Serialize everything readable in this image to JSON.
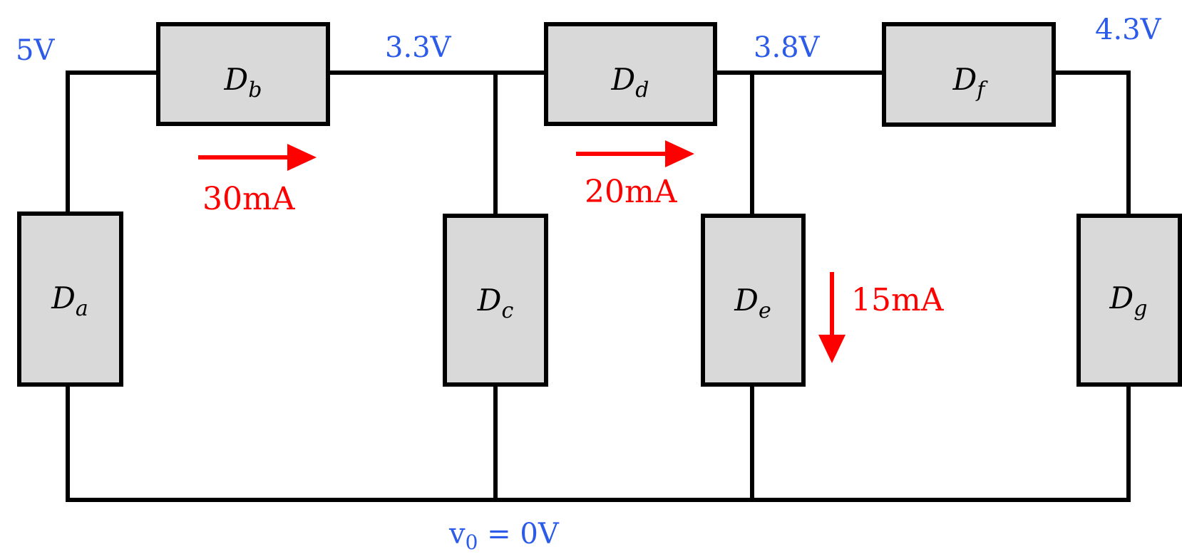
{
  "colors": {
    "wire": "#000000",
    "device_fill": "#d9d9d9",
    "device_stroke": "#000000",
    "voltage_label": "#2b5be8",
    "current_label": "#ff0000",
    "background": "#ffffff"
  },
  "devices": {
    "a": {
      "base": "D",
      "sub": "a"
    },
    "b": {
      "base": "D",
      "sub": "b"
    },
    "c": {
      "base": "D",
      "sub": "c"
    },
    "d": {
      "base": "D",
      "sub": "d"
    },
    "e": {
      "base": "D",
      "sub": "e"
    },
    "f": {
      "base": "D",
      "sub": "f"
    },
    "g": {
      "base": "D",
      "sub": "g"
    }
  },
  "voltages": {
    "node_a": "5V",
    "node_b": "3.3V",
    "node_d": "3.8V",
    "node_f": "4.3V",
    "ground": {
      "base": "v",
      "sub": "0",
      "rest": " = 0V"
    }
  },
  "currents": {
    "through_b": "30mA",
    "through_d": "20mA",
    "through_e": "15mA"
  }
}
